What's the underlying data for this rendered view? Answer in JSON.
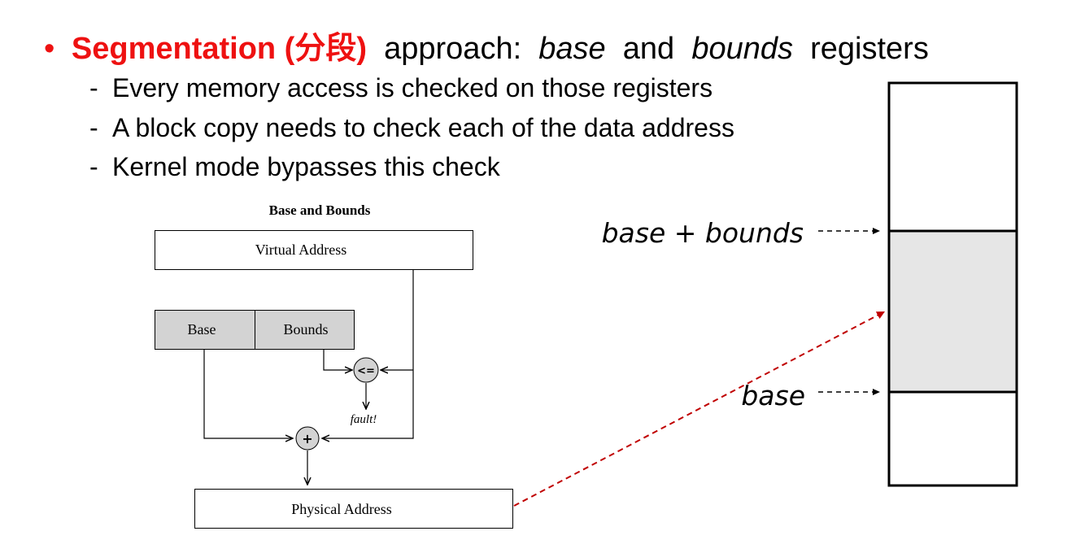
{
  "slide": {
    "title": {
      "bullet": "•",
      "highlight": "Segmentation (分段)",
      "part1": " approach: ",
      "italic1": "base",
      "part2": " and ",
      "italic2": "bounds",
      "part3": " registers"
    },
    "bullets": [
      {
        "dash": "-",
        "text": "Every memory access is checked on those registers"
      },
      {
        "dash": "-",
        "text": "A block copy needs to check each of the data address"
      },
      {
        "dash": "-",
        "text": "Kernel mode bypasses this check"
      }
    ],
    "highlight_color": "#ee1111"
  },
  "diagram": {
    "title": "Base and Bounds",
    "virtual_address": "Virtual Address",
    "base": "Base",
    "bounds": "Bounds",
    "compare_op": "<=",
    "fault": "fault!",
    "add_op": "+",
    "physical_address": "Physical Address"
  },
  "memory": {
    "label_top": "base + bounds",
    "label_bottom": "base",
    "segment_fill": "#e6e6e6"
  }
}
